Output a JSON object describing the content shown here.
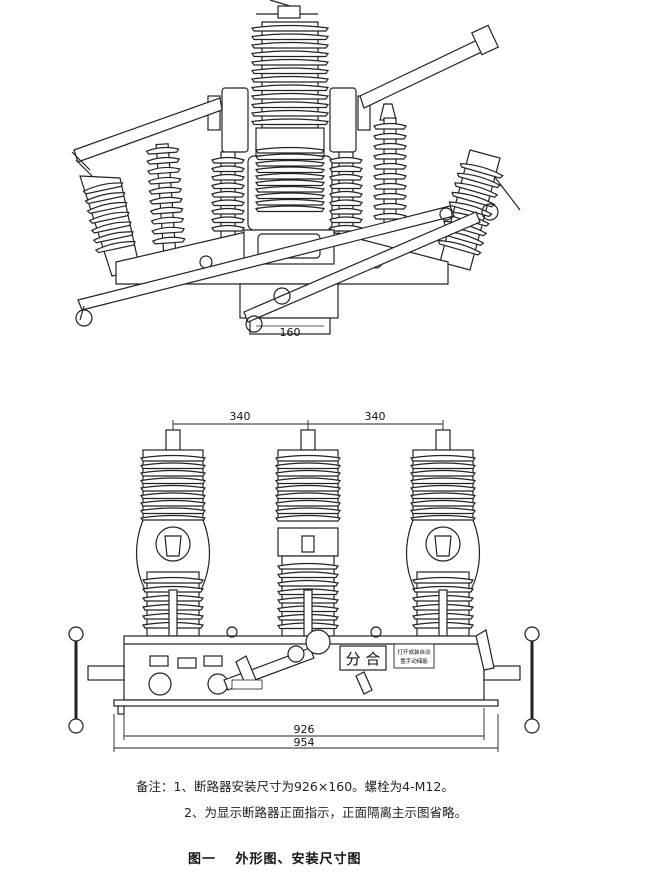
{
  "top_view": {
    "dimension_label": "160"
  },
  "front_view": {
    "dim_spacing_left": "340",
    "dim_spacing_right": "340",
    "dim_mounting": "926",
    "dim_overall": "954",
    "indicator_label": "分 合",
    "nameplate_line1": "打开成装自动",
    "nameplate_line2": "置手动储能"
  },
  "notes": {
    "prefix": "备注：",
    "line1": "1、断路器安装尺寸为926×160。螺栓为4-M12。",
    "line2": "2、为显示断路器正面指示，正面隔离主示图省略。"
  },
  "caption": {
    "number": "图一",
    "title": "外形图、安装尺寸图"
  }
}
